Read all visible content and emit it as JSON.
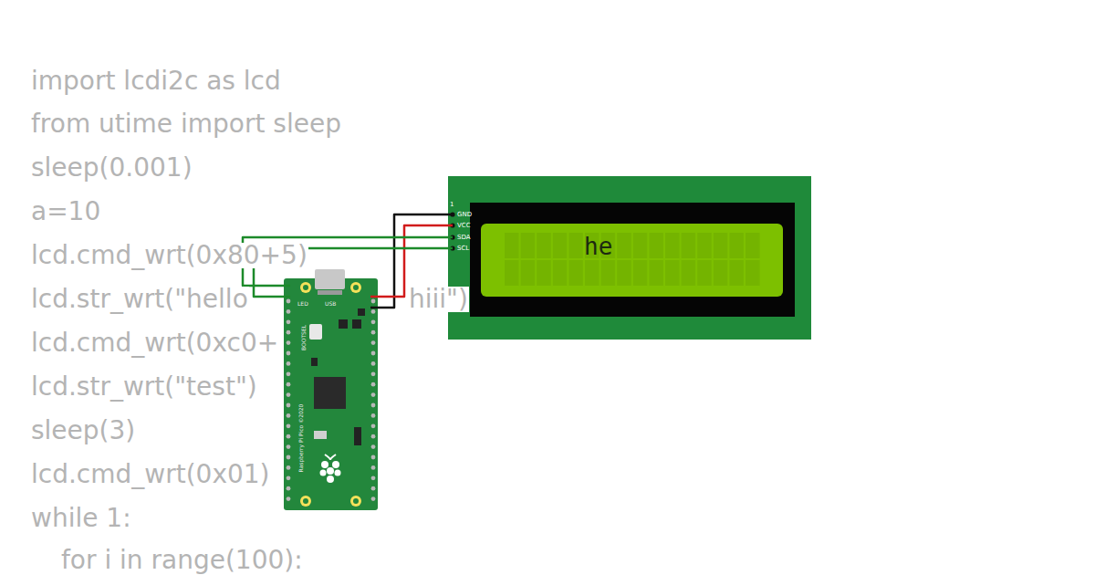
{
  "diagram": {
    "labels": [
      "import lcdi2c as lcd",
      "from utime import sleep",
      "sleep(0.001)",
      "a=10",
      "lcd.cmd_wrt(0x80+5)",
      "lcd.str_wrt(\"hello",
      "hiii\")",
      "lcd.cmd_wrt(0xc0+",
      "lcd.str_wrt(\"test\")",
      "sleep(3)",
      "lcd.cmd_wrt(0x01)",
      "while 1:",
      "for i in range(100):",
      "LED",
      "USB",
      "BOOTSEL",
      "Raspberry Pi Pico ©2020",
      "1",
      "GND",
      "VCC",
      "SDA",
      "SCL",
      "he"
    ]
  }
}
